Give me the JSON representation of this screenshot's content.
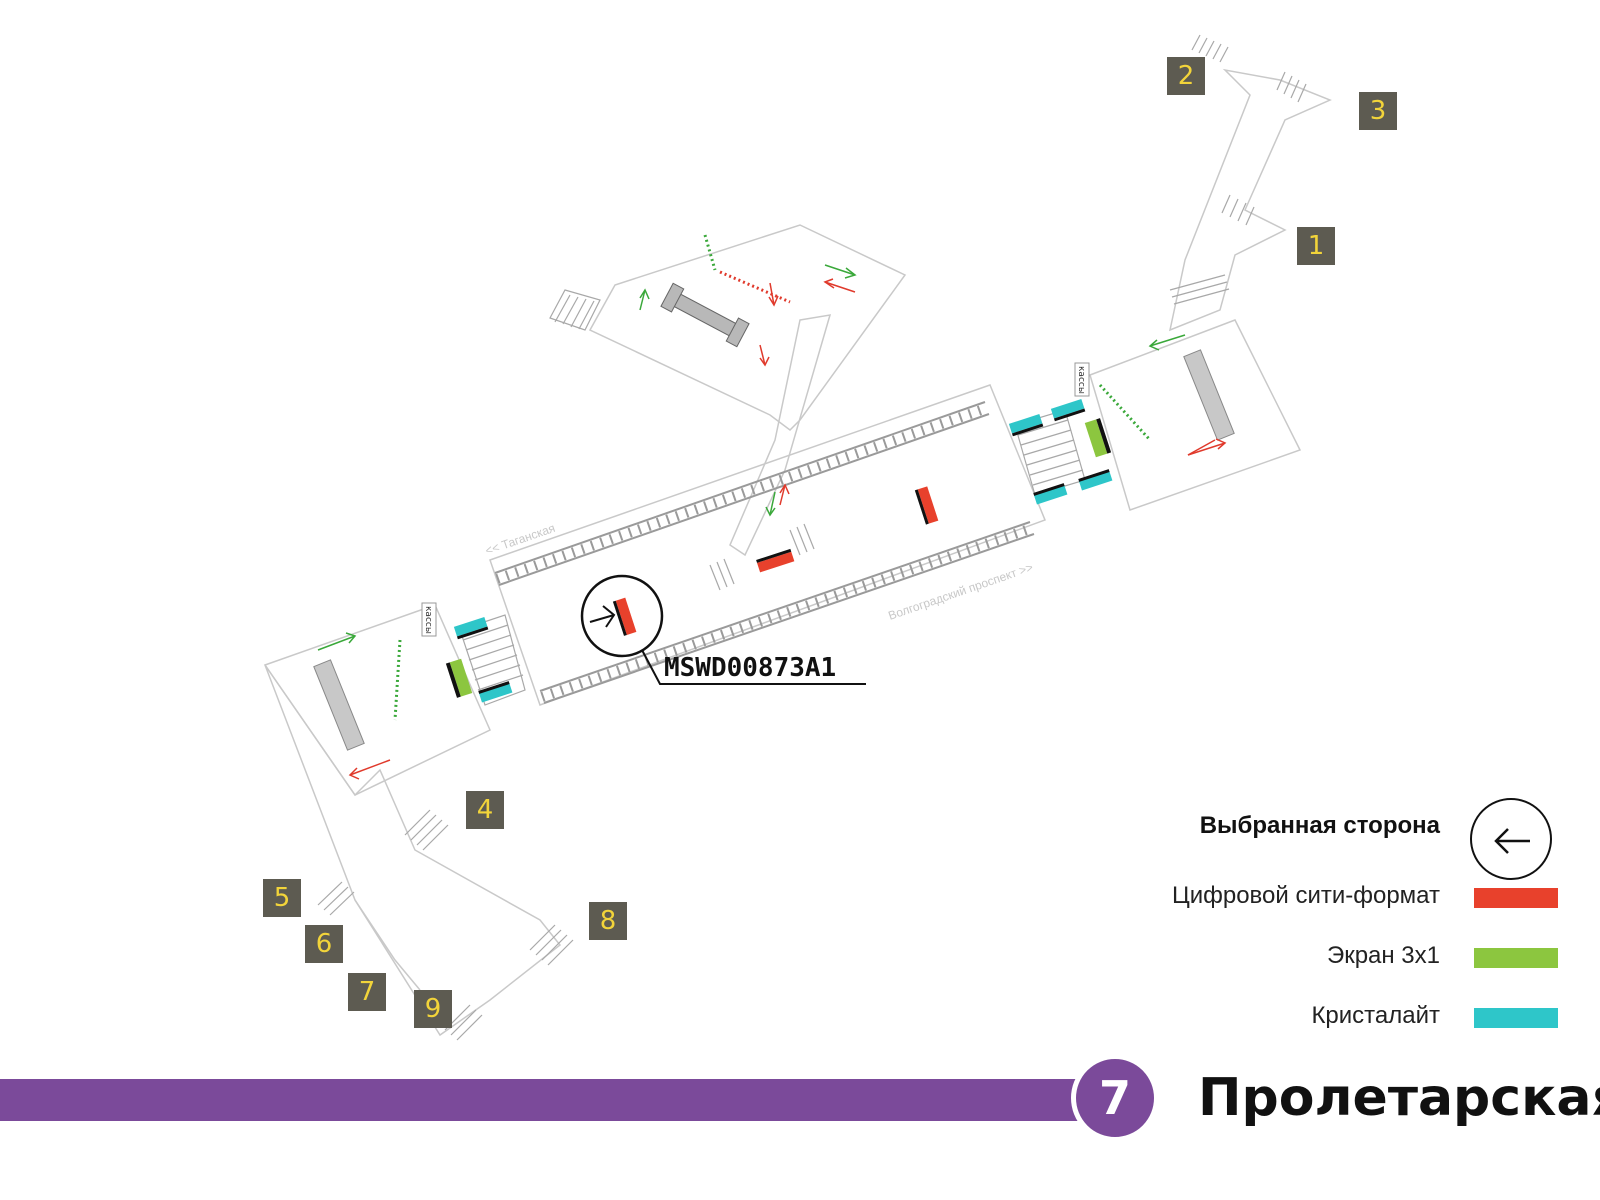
{
  "station": {
    "name": "Пролетарская",
    "line_number": "7",
    "line_color": "#7b4a9a"
  },
  "directions": {
    "left": "<< Таганская",
    "right": "Волгоградский проспект >>"
  },
  "ticket_office_label": "кассы",
  "selected_code": "MSWD00873A1",
  "exits": [
    "1",
    "2",
    "3",
    "4",
    "5",
    "6",
    "7",
    "8",
    "9"
  ],
  "legend": {
    "selected_side": "Выбранная сторона",
    "digital_city_format": {
      "label": "Цифровой сити-формат",
      "color": "#e8412c"
    },
    "screen_3x1": {
      "label": "Экран 3x1",
      "color": "#8cc63f"
    },
    "crystalight": {
      "label": "Кристалайт",
      "color": "#2ec6c9"
    }
  },
  "colors": {
    "exit_box": "#5d5b51",
    "exit_text": "#f2d43a",
    "arrow_green": "#3aa83a",
    "arrow_red": "#e03a2c"
  }
}
